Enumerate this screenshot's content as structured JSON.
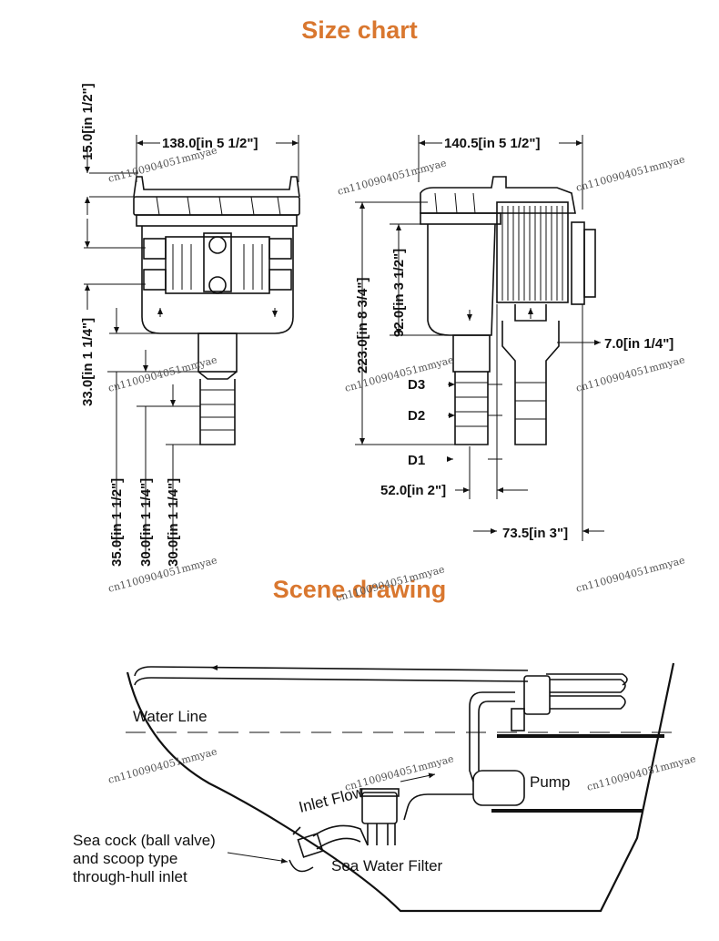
{
  "titles": {
    "size_chart": "Size chart",
    "scene_drawing": "Scene drawing"
  },
  "dimensions": {
    "front_width": "138.0[in 5 1/2\"]",
    "side_width": "140.5[in 5 1/2\"]",
    "top_height": "15.0[in  1/2\"]",
    "lower_height": "33.0[in 1 1/4\"]",
    "total_height": "223.0[in 8 3/4\"]",
    "body_height": "92.0[in 3 1/2\"]",
    "offset": "7.0[in  1/4\"]",
    "d3": "D3",
    "d2": "D2",
    "d1": "D1",
    "outlet_width": "52.0[in 2\"]",
    "inlet_width": "73.5[in 3\"]",
    "h1": "35.0[in 1 1/2\"]",
    "h2": "30.0[in 1 1/4\"]",
    "h3": "30.0[in 1 1/4\"]"
  },
  "scene_labels": {
    "water_line": "Water Line",
    "inlet_flow": "Inlet Flow",
    "pump": "Pump",
    "sea_cock_line1": "Sea cock (ball valve)",
    "sea_cock_line2": "and scoop type",
    "sea_cock_line3": "through-hull inlet",
    "filter": "Sea Water Filter"
  },
  "watermark": "cn1100904051mmyae"
}
